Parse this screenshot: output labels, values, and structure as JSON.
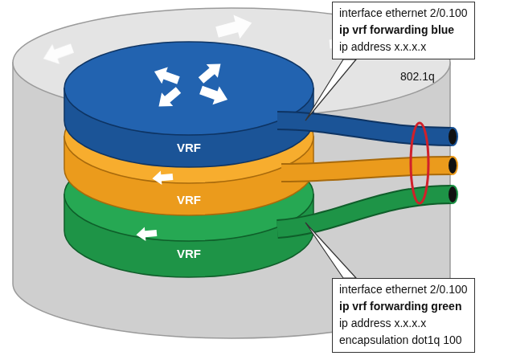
{
  "diagram": {
    "nodes": [
      {
        "text": [
          "VRF"
        ]
      },
      {
        "text": [
          "VRF"
        ]
      },
      {
        "text": [
          "VRF"
        ]
      },
      {
        "text": [
          "interface ethernet 2/0.100",
          "ip vrf forwarding blue",
          "ip address x.x.x.x"
        ]
      },
      {
        "text": [
          "interface ethernet 2/0.100",
          "ip vrf forwarding green",
          "ip address x.x.x.x",
          "encapsulation dot1q 100"
        ]
      }
    ],
    "edges": [
      {
        "from": 3,
        "to": 0,
        "arrow": "none"
      },
      {
        "from": 4,
        "to": 2,
        "arrow": "none"
      }
    ],
    "labels": [
      "802.1q"
    ]
  }
}
